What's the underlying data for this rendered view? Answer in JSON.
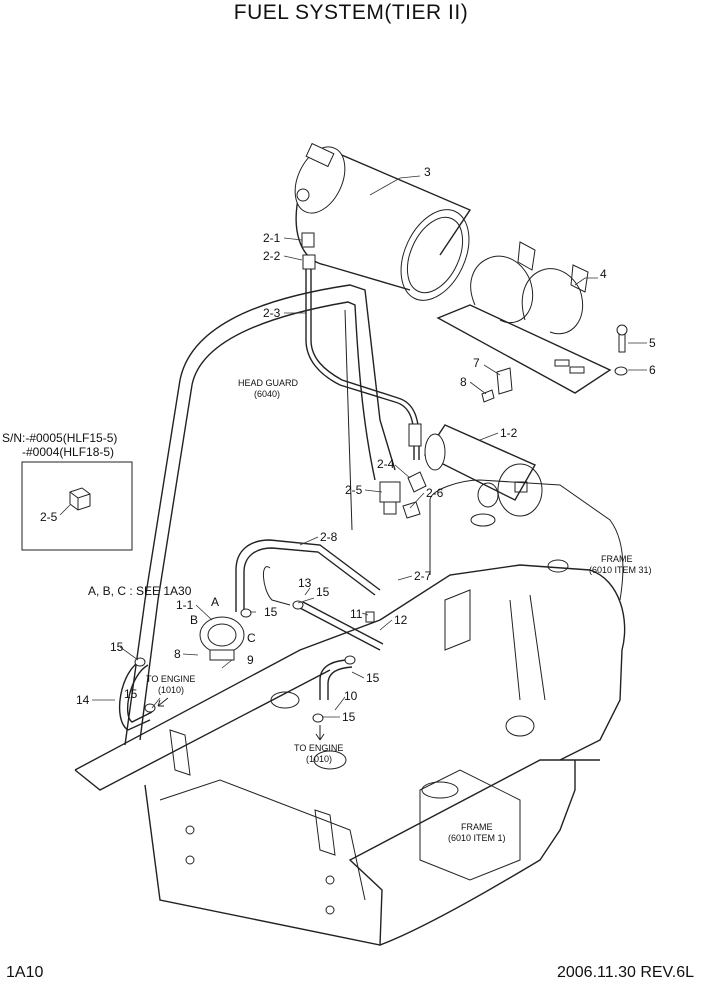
{
  "title": "FUEL SYSTEM(TIER II)",
  "page_code": "1A10",
  "revision": "2006.11.30  REV.6L",
  "serial_note": {
    "line1": "S/N:-#0005(HLF15-5)",
    "line2": "-#0004(HLF18-5)",
    "part": "2-5"
  },
  "notes": {
    "head_guard": "HEAD GUARD",
    "head_guard_ref": "(6040)",
    "frame_top": "FRAME",
    "frame_top_ref": "(6010 ITEM 31)",
    "frame_bottom": "FRAME",
    "frame_bottom_ref": "(6010 ITEM 1)",
    "see_ref": "A, B, C : SEE 1A30",
    "to_engine": "TO ENGINE",
    "to_engine_ref": "(1010)"
  },
  "callouts": {
    "p3": "3",
    "p4": "4",
    "p5": "5",
    "p6": "6",
    "p7": "7",
    "p8a": "8",
    "p2_1": "2-1",
    "p2_2": "2-2",
    "p2_3": "2-3",
    "p1_2": "1-2",
    "p2_4": "2-4",
    "p2_5": "2-5",
    "p2_6": "2-6",
    "p2_8": "2-8",
    "p2_7": "2-7",
    "p13": "13",
    "p15a": "15",
    "p15b": "15",
    "p15c": "15",
    "p15d": "15",
    "p15e": "15",
    "p15f": "15",
    "p11": "11",
    "p12": "12",
    "p1_1": "1-1",
    "pA": "A",
    "pB": "B",
    "pC": "C",
    "p8b": "8",
    "p9": "9",
    "p10": "10",
    "p14": "14"
  }
}
